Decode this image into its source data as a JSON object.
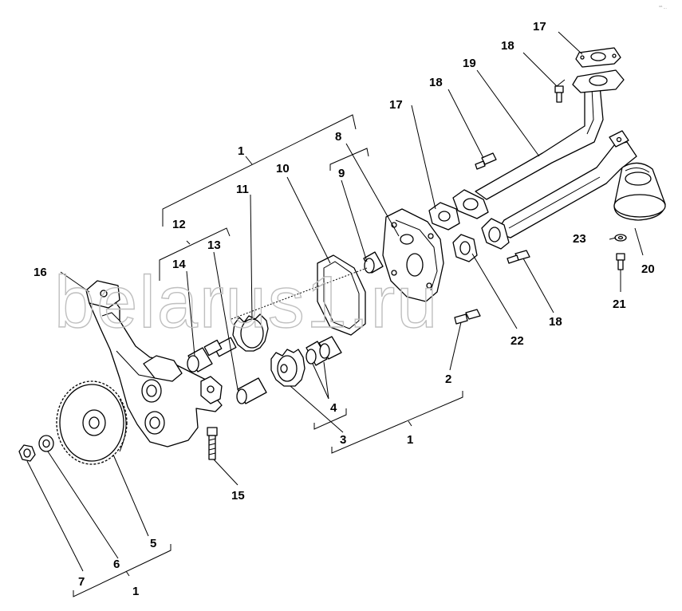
{
  "watermark": "belarus1.ru",
  "corner_mark": "°^ ...",
  "callouts": {
    "n1a": "1",
    "n1b": "1",
    "n1c": "1",
    "n2": "2",
    "n3": "3",
    "n4": "4",
    "n5": "5",
    "n6": "6",
    "n7": "7",
    "n8": "8",
    "n9": "9",
    "n10": "10",
    "n11": "11",
    "n12": "12",
    "n13": "13",
    "n14": "14",
    "n15": "15",
    "n16": "16",
    "n17a": "17",
    "n17b": "17",
    "n18a": "18",
    "n18b": "18",
    "n18c": "18",
    "n19": "19",
    "n20": "20",
    "n21": "21",
    "n22": "22",
    "n23": "23"
  }
}
